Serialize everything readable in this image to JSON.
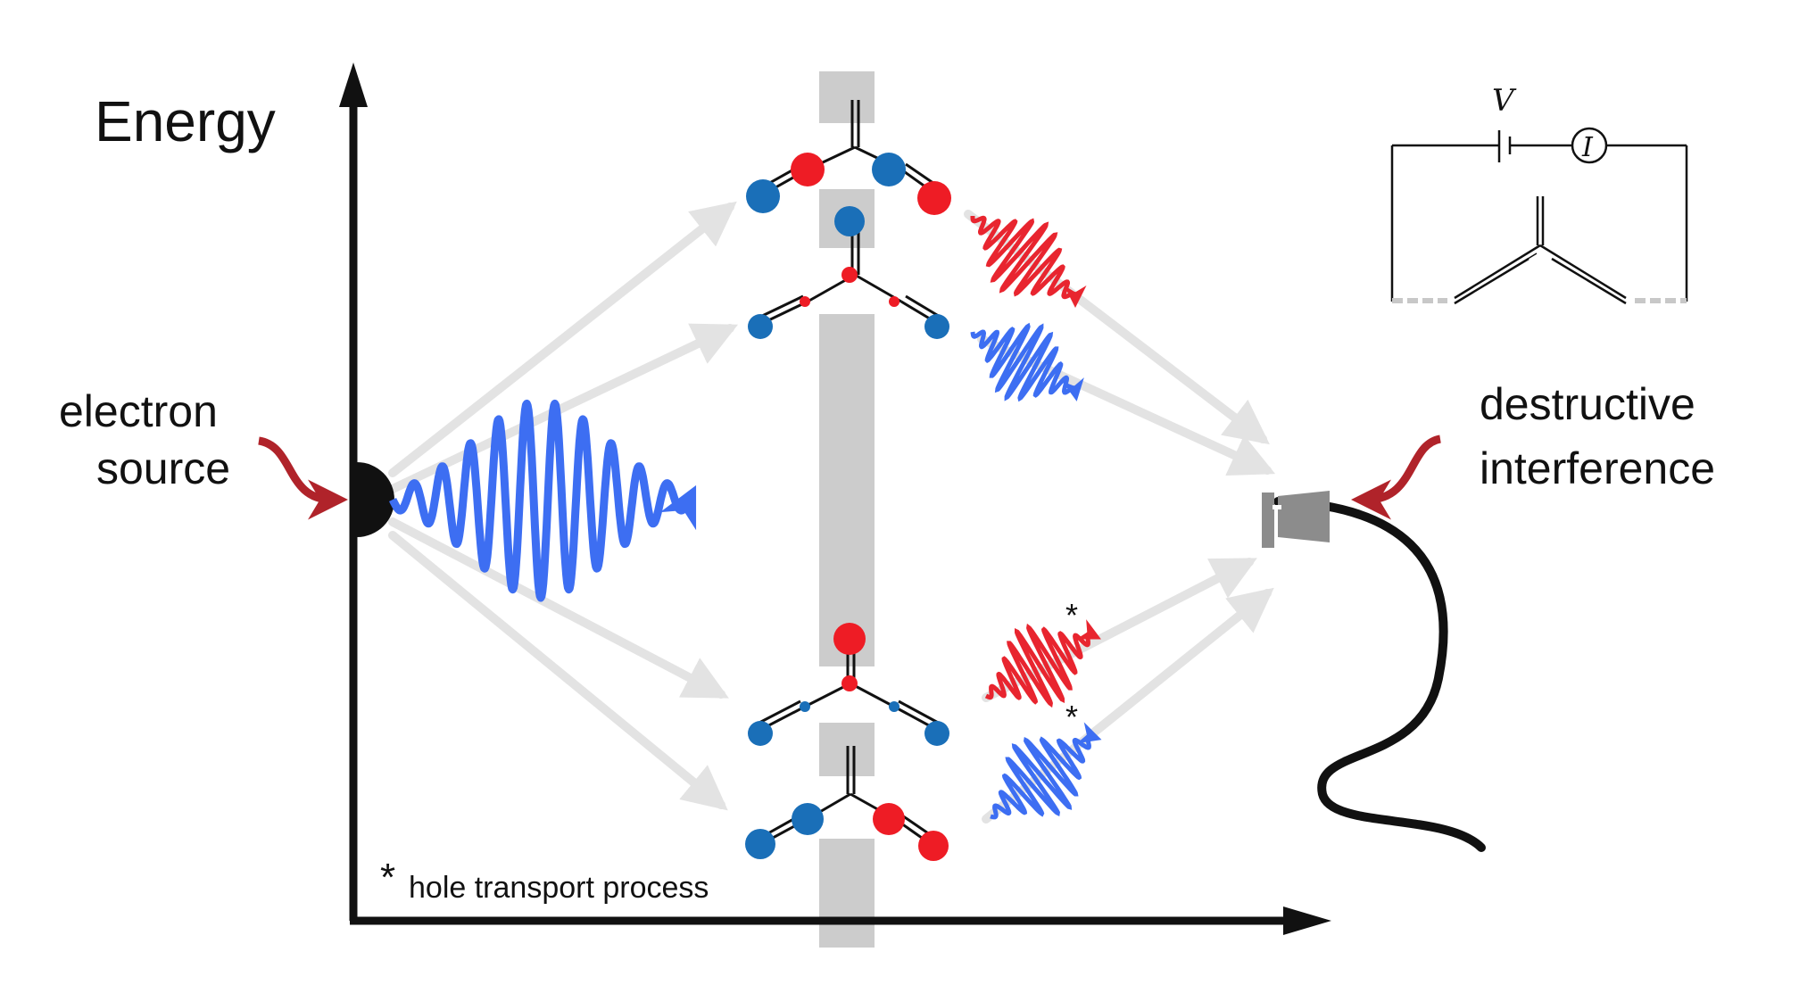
{
  "labels": {
    "energy": "Energy",
    "source_line1": "electron",
    "source_line2": "source",
    "interference_line1": "destructive",
    "interference_line2": "interference",
    "footnote_star": "*",
    "footnote_text": "hole transport process",
    "star_mark": "*"
  },
  "circuit": {
    "voltage": "V",
    "current": "I"
  },
  "colors": {
    "wave_blue": "#3d6ef2",
    "wave_red": "#e8252f",
    "atom_blue": "#1a6fb8",
    "atom_red": "#ee1c25",
    "accent_arrow": "#b0232a",
    "bar_gray": "#cccccc",
    "arrow_gray": "#e3e3e3",
    "axis": "#111111",
    "plug_gray": "#8c8c8c"
  },
  "icons": {
    "source": "electron-source-dot",
    "detector": "plug-connector-icon",
    "circuit": "circuit-schematic"
  }
}
